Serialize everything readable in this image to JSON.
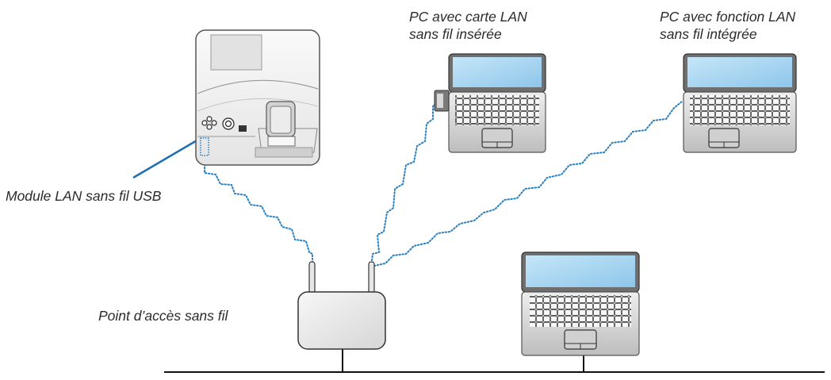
{
  "labels": {
    "pc_card_line1": "PC avec carte LAN",
    "pc_card_line2": "sans fil insérée",
    "pc_builtin_line1": "PC avec fonction LAN",
    "pc_builtin_line2": "sans fil intégrée",
    "usb_module": "Module LAN sans fil USB",
    "access_point": "Point d’accès sans fil"
  },
  "colors": {
    "wireless_link": "#2a7fc0",
    "leader_line": "#1f6fb3",
    "screen": "#a9d6f0",
    "device_body": "#d9d9d9",
    "outline": "#555555"
  },
  "icons": [
    "projector-icon",
    "laptop-icon",
    "wireless-access-point-icon",
    "usb-lan-module-icon",
    "lan-card-icon"
  ]
}
